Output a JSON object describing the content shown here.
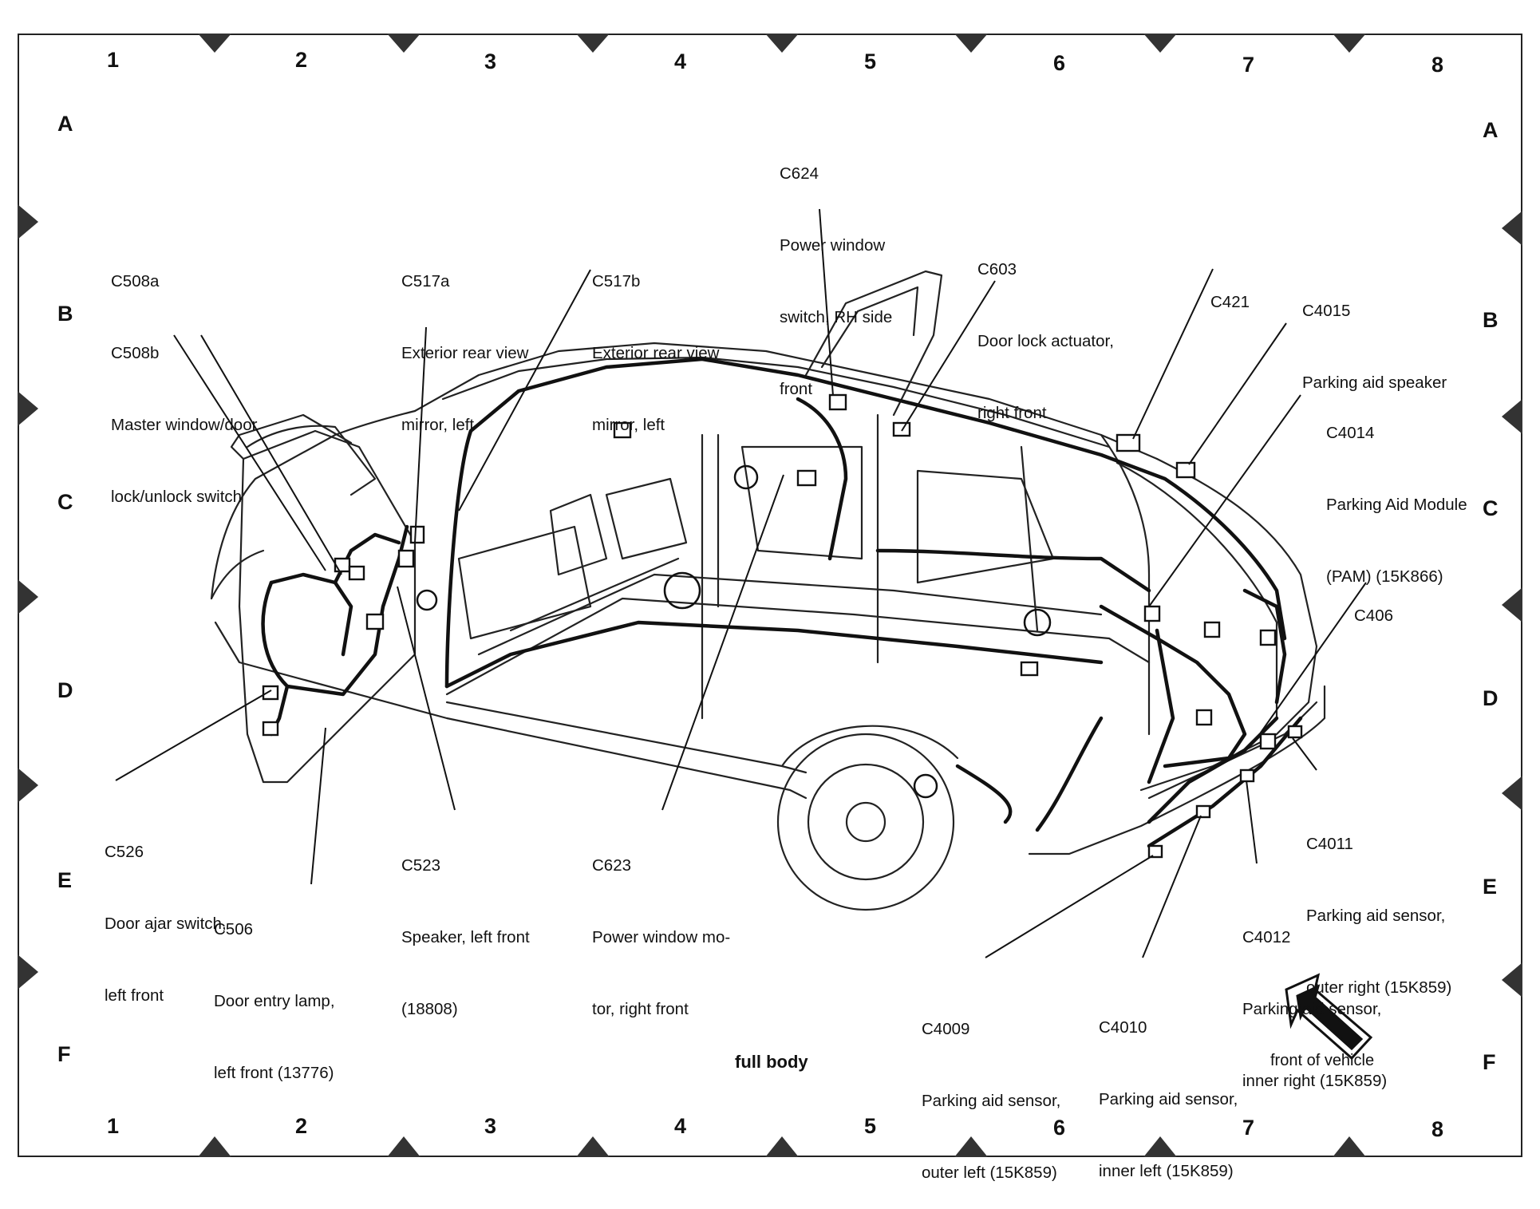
{
  "grid": {
    "columns": [
      "1",
      "2",
      "3",
      "4",
      "5",
      "6",
      "7",
      "8"
    ],
    "rows": [
      "A",
      "B",
      "C",
      "D",
      "E",
      "F"
    ]
  },
  "title": "full body",
  "front_label": "front of vehicle",
  "callouts": [
    {
      "id": "C508a",
      "lines": [
        "C508a",
        "C508b",
        "Master window/door",
        "lock/unlock switch"
      ]
    },
    {
      "id": "C517a",
      "lines": [
        "C517a",
        "Exterior rear view",
        "mirror, left"
      ]
    },
    {
      "id": "C517b",
      "lines": [
        "C517b",
        "Exterior rear view",
        "mirror, left"
      ]
    },
    {
      "id": "C624",
      "lines": [
        "C624",
        "Power window",
        "switch, RH side",
        "front"
      ]
    },
    {
      "id": "C603",
      "lines": [
        "C603",
        "Door lock actuator,",
        "right front"
      ]
    },
    {
      "id": "C421",
      "lines": [
        "C421"
      ]
    },
    {
      "id": "C4015",
      "lines": [
        "C4015",
        "Parking aid speaker"
      ]
    },
    {
      "id": "C4014",
      "lines": [
        "C4014",
        "Parking Aid Module",
        "(PAM) (15K866)"
      ]
    },
    {
      "id": "C406",
      "lines": [
        "C406"
      ]
    },
    {
      "id": "C4011",
      "lines": [
        "C4011",
        "Parking aid sensor,",
        "outer right (15K859)"
      ]
    },
    {
      "id": "C4012",
      "lines": [
        "C4012",
        "Parking aid sensor,",
        "inner right (15K859)"
      ]
    },
    {
      "id": "C4009",
      "lines": [
        "C4009",
        "Parking aid sensor,",
        "outer left (15K859)"
      ]
    },
    {
      "id": "C4010",
      "lines": [
        "C4010",
        "Parking aid sensor,",
        "inner left (15K859)"
      ]
    },
    {
      "id": "C526",
      "lines": [
        "C526",
        "Door ajar switch,",
        "left front"
      ]
    },
    {
      "id": "C506",
      "lines": [
        "C506",
        "Door entry lamp,",
        "left front (13776)"
      ]
    },
    {
      "id": "C523",
      "lines": [
        "C523",
        "Speaker, left front",
        "(18808)"
      ]
    },
    {
      "id": "C623",
      "lines": [
        "C623",
        "Power window mo-",
        "tor, right front"
      ]
    }
  ]
}
